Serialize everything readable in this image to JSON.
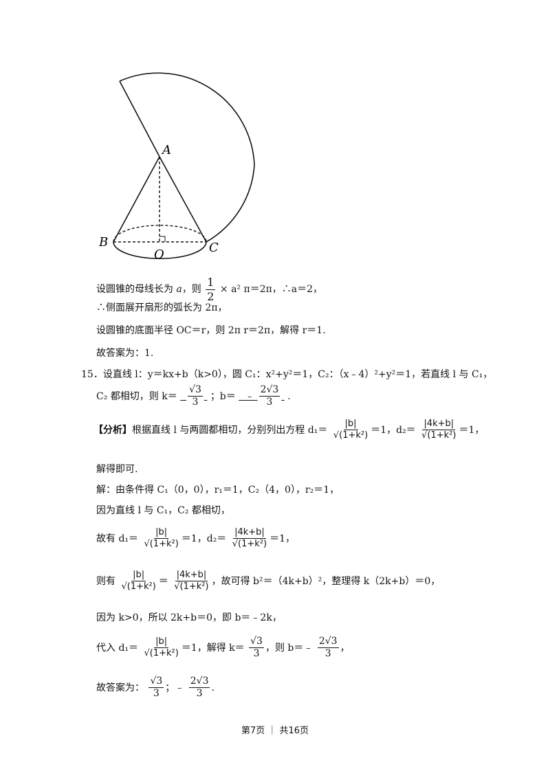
{
  "figure": {
    "label_a": "A",
    "label_b": "B",
    "label_c": "C",
    "label_o": "O"
  },
  "lines": {
    "l1_pre": "设圆锥的母线长为 ",
    "l1_var": "a",
    "l1_mid": "，则",
    "l1_num": "1",
    "l1_den": "2",
    "l1_post": "× a² π＝2π，∴a＝2，",
    "l2": "∴侧面展开扇形的弧长为 2π，",
    "l3": "设圆锥的底面半径 OC＝r，则 2π r＝2π，解得 r＝1.",
    "l4": "故答案为：1.",
    "q15_a": "15．设直线 l：y＝kx+b（k>0），圆 C₁：x²+y²＝1，C₂：（x﹣4）²+y²＝1，若直线 l 与 C₁，",
    "q15_b_pre": "C₂ 都相切，则 k＝",
    "q15_k_num": "√3",
    "q15_k_den": "3",
    "q15_b_mid": "；b＝",
    "q15_b_neg": "﹣",
    "q15_b_num": "2√3",
    "q15_b_den": "3",
    "q15_b_end": ".",
    "an_tag": "【分析】",
    "an_text": "根据直线 l 与两圆都相切，分别列出方程 d₁＝",
    "f_b_num": "|b|",
    "f_den": "√(1+k²)",
    "an_eq1": "＝1，d₂＝",
    "f_4kb_num": "|4k+b|",
    "an_eq2": "＝1，",
    "an_end": "解得即可.",
    "s1": "解：由条件得 C₁（0，0），r₁＝1，C₂（4，0），r₂＝1，",
    "s2": "因为直线 l 与 C₁，C₂ 都相切，",
    "s3_pre": "故有 d₁＝",
    "s3_mid": "＝1，d₂＝",
    "s3_end": "＝1，",
    "s4_pre": "则有",
    "s4_eq": "＝",
    "s4_end": "，故可得 b²＝（4k+b）²，整理得 k（2k+b）＝0，",
    "s5": "因为 k>0，所以 2k+b＝0，即 b＝﹣2k，",
    "s6_pre": "代入 d₁＝",
    "s6_mid": "＝1，解得 k＝",
    "s6_k_num": "√3",
    "s6_k_den": "3",
    "s6_then": "，则 b＝﹣",
    "s6_b_num": "2√3",
    "s6_b_den": "3",
    "s6_end": "，",
    "s7_pre": "故答案为：",
    "s7_k_num": "√3",
    "s7_k_den": "3",
    "s7_sep": "；﹣",
    "s7_b_num": "2√3",
    "s7_b_den": "3",
    "s7_end": "."
  },
  "footer": {
    "page": "第7页 ｜ 共16页"
  }
}
